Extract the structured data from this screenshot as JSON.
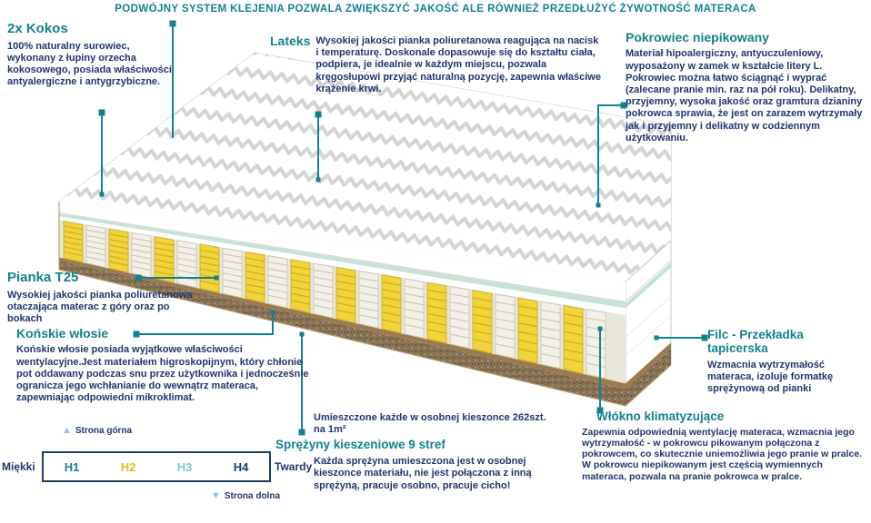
{
  "header": {
    "title": "PODWÓJNY SYSTEM KLEJENIA POZWALA ZWIĘKSZYĆ JAKOŚĆ ALE RÓWNIEŻ PRZEDŁUŻYĆ ŻYWOTNOŚĆ MATERACA"
  },
  "annotations": {
    "kokos": {
      "title": "2x Kokos",
      "body": "100% naturalny surowiec, wykonany z łupiny orzecha kokosowego, posiada właściwości antyalergiczne i antygrzybiczne."
    },
    "lateks": {
      "title": "Lateks",
      "body": "Wysokiej jakości pianka poliuretanowa reagująca na nacisk i temperaturę. Doskonale dopasowuje się do kształtu ciała, podpiera, je idealnie w każdym miejscu, pozwala kręgosłupowi przyjąć naturalną pozycję, zapewnia właściwe krążenie krwi."
    },
    "pokrowiec": {
      "title": "Pokrowiec niepikowany",
      "body": "Materiał hipoalergiczny, antyuczuleniowy, wyposażony w zamek w kształcie litery L. Pokrowiec można łatwo ściągnąć i wyprać (zalecane pranie min. raz na pół roku). Delikatny, przyjemny, wysoka jakość oraz gramtura dzianiny pokrowca sprawia, że jest on zarazem wytrzymały jak i przyjemny i delikatny w codziennym użytkowaniu."
    },
    "pianka": {
      "title": "Pianka T25",
      "body": "Wysokiej jakości pianka poliuretanowa otaczająca materac z góry oraz po bokach"
    },
    "konskie": {
      "title": "Końskie włosie",
      "body": "Końskie włosie posiada wyjątkowe właściwości wentylacyjne.Jest materiałem higroskopijnym, który chłonie pot oddawany podczas snu przez użytkownika i jednocześnie ogranicza jego wchłanianie do wewnątrz materaca, zapewniając odpowiedni mikroklimat."
    },
    "filc": {
      "title": "Filc - Przekładka tapicerska",
      "body": "Wzmacnia wytrzymałość materaca, izoluje formatkę sprężynową od pianki"
    },
    "wlokno": {
      "title": "Włókno klimatyzujące",
      "body": "Zapewnia odpowiednią wentylację materaca, wzmacnia jego wytrzymałość - w pokrowcu pikowanym połączona z pokrowcem, co skutecznie uniemożliwia jego pranie w pralce. W pokrowcu niepikowanym jest częścią wymiennych materaca, pozwala na pranie pokrowca w pralce."
    },
    "sprezyny": {
      "title": "Sprężyny kieszeniowe 9 stref",
      "intro": "Umieszczone każde w osobnej kieszonce 262szt. na 1m²",
      "body": "Każda sprężyna umieszczona jest w osobnej kieszonce materiału, nie jest połączona z inną sprężyną, pracuje osobno, pracuje cicho!"
    }
  },
  "scale": {
    "soft_label": "Miękki",
    "hard_label": "Twardy",
    "levels": [
      {
        "label": "H1",
        "color": "#18808d"
      },
      {
        "label": "H2",
        "color": "#e0be1c"
      },
      {
        "label": "H3",
        "color": "#7ccbc4"
      },
      {
        "label": "H4",
        "color": "#1c3f5e"
      }
    ]
  },
  "orientation": {
    "top_label": "Strona górna",
    "bottom_label": "Strona dolna"
  },
  "colors": {
    "teal": "#13818f",
    "navy": "#22356e",
    "spring_yellow": "#f0d43a",
    "spring_white": "#f3f1e7",
    "aqua_layer": "#c5e3d3",
    "brown_layer": "#9c7a50",
    "base_speckle": "#8a7456",
    "arrow_blue": "#8fc3e8"
  }
}
